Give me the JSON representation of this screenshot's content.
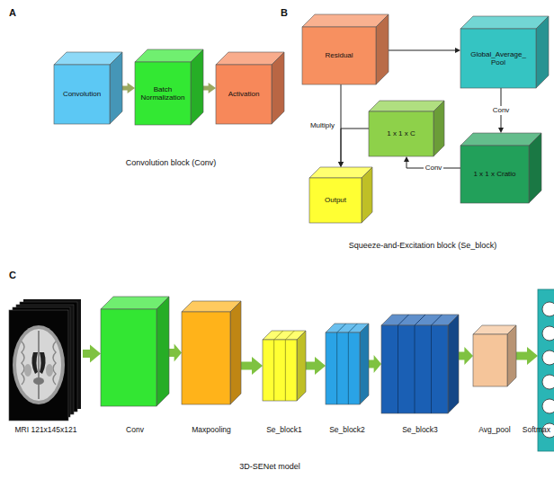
{
  "diagram": {
    "nodes": [
      {
        "text": [
          "Convolution"
        ]
      },
      {
        "text": [
          "Batch Normalization"
        ]
      },
      {
        "text": [
          "Activation"
        ]
      },
      {
        "text": [
          "Residual"
        ]
      },
      {
        "text": [
          "Global_Average_ Pool"
        ]
      },
      {
        "text": [
          "1 x 1 x C"
        ]
      },
      {
        "text": [
          "1 x 1 x Cratio"
        ]
      },
      {
        "text": [
          "Output"
        ]
      },
      {
        "text": [
          "MRI 121x145x121"
        ]
      },
      {
        "text": [
          "Conv"
        ]
      },
      {
        "text": [
          "Maxpooling"
        ]
      },
      {
        "text": [
          "Se_block1"
        ]
      },
      {
        "text": [
          "Se_block2"
        ]
      },
      {
        "text": [
          "Se_block3"
        ]
      },
      {
        "text": [
          "Avg_pool"
        ]
      },
      {
        "text": [
          "Softmax"
        ]
      }
    ],
    "edges": [
      {
        "from": 0,
        "to": 1,
        "arrow": "to"
      },
      {
        "from": 1,
        "to": 2,
        "arrow": "to"
      },
      {
        "from": 3,
        "to": 4,
        "arrow": "to"
      },
      {
        "from": 4,
        "to": 6,
        "label": "Conv",
        "arrow": "to"
      },
      {
        "from": 6,
        "to": 5,
        "label": "Conv",
        "arrow": "to"
      },
      {
        "from": 5,
        "to": 7,
        "arrow": "to"
      },
      {
        "from": 3,
        "to": 7,
        "label": "Multiply",
        "arrow": "to"
      },
      {
        "from": 8,
        "to": 9,
        "arrow": "to"
      },
      {
        "from": 9,
        "to": 10,
        "arrow": "to"
      },
      {
        "from": 10,
        "to": 11,
        "arrow": "to"
      },
      {
        "from": 11,
        "to": 12,
        "arrow": "to"
      },
      {
        "from": 12,
        "to": 13,
        "arrow": "to"
      },
      {
        "from": 13,
        "to": 14,
        "arrow": "to"
      },
      {
        "from": 14,
        "to": 15,
        "arrow": "to"
      }
    ],
    "labels": [
      "A",
      "Convolution block (Conv)",
      "B",
      "Squeeze-and-Excitation block (Se_block)",
      "C",
      "3D-SENet model"
    ]
  }
}
